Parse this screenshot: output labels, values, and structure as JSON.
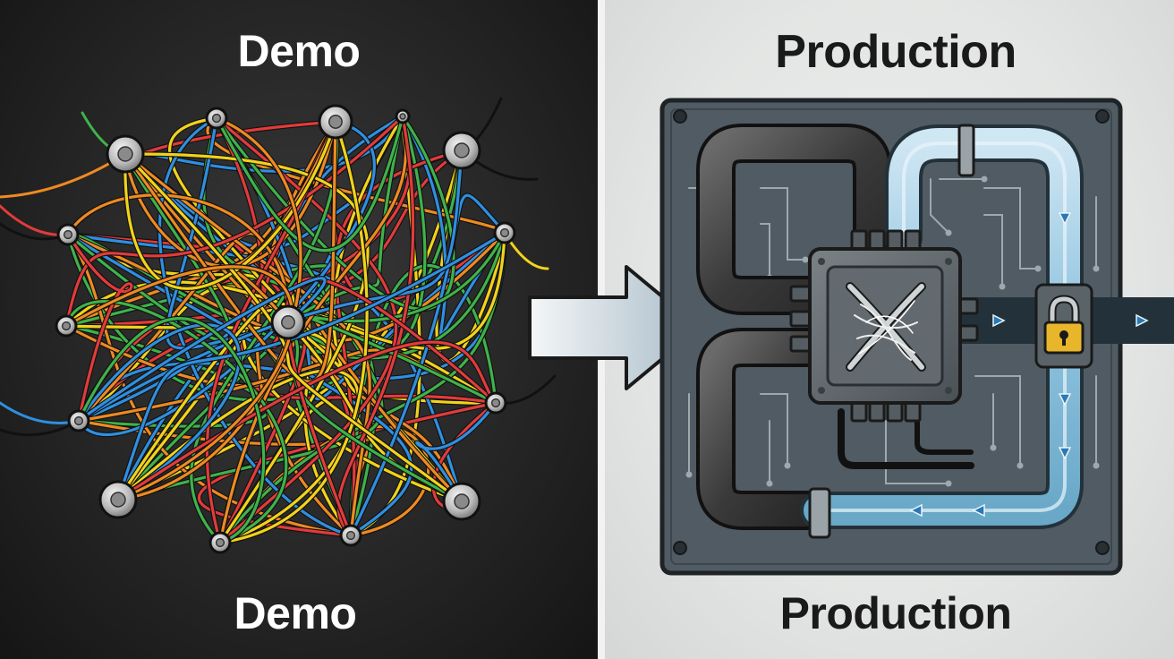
{
  "left_panel": {
    "title_top": "Demo",
    "title_bottom": "Demo",
    "wire_colors": [
      "#e23b3b",
      "#f2d21b",
      "#2f8fe0",
      "#3fb24a",
      "#ee8a22"
    ],
    "background": "#262626"
  },
  "right_panel": {
    "title_top": "Production",
    "title_bottom": "Production",
    "board_color": "#505b63",
    "pipe_color": "#333333",
    "flow_color": "#8fc3de",
    "lock_color": "#e8b62a",
    "background": "#e3e5e4"
  },
  "arrow": {
    "color": "#dfe6ea",
    "direction": "right"
  }
}
